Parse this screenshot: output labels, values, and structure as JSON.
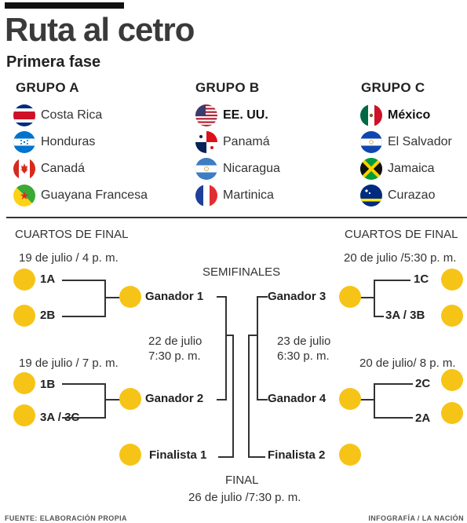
{
  "header": {
    "title": "Ruta al cetro",
    "subtitle": "Primera fase"
  },
  "groups": [
    {
      "name": "GRUPO A",
      "teams": [
        {
          "name": "Costa Rica",
          "flag": "costa-rica-flag-icon",
          "bold": false
        },
        {
          "name": "Honduras",
          "flag": "honduras-flag-icon",
          "bold": false
        },
        {
          "name": "Canadá",
          "flag": "canada-flag-icon",
          "bold": false
        },
        {
          "name": "Guayana Francesa",
          "flag": "french-guiana-flag-icon",
          "bold": false
        }
      ]
    },
    {
      "name": "GRUPO B",
      "teams": [
        {
          "name": "EE. UU.",
          "flag": "usa-flag-icon",
          "bold": true
        },
        {
          "name": "Panamá",
          "flag": "panama-flag-icon",
          "bold": false
        },
        {
          "name": "Nicaragua",
          "flag": "nicaragua-flag-icon",
          "bold": false
        },
        {
          "name": "Martinica",
          "flag": "martinique-flag-icon",
          "bold": false
        }
      ]
    },
    {
      "name": "GRUPO C",
      "teams": [
        {
          "name": "México",
          "flag": "mexico-flag-icon",
          "bold": true
        },
        {
          "name": "El Salvador",
          "flag": "el-salvador-flag-icon",
          "bold": false
        },
        {
          "name": "Jamaica",
          "flag": "jamaica-flag-icon",
          "bold": false
        },
        {
          "name": "Curazao",
          "flag": "curacao-flag-icon",
          "bold": false
        }
      ]
    }
  ],
  "bracket": {
    "quarters_label": "CUARTOS DE FINAL",
    "semis_label": "SEMIFINALES",
    "final_label": "FINAL",
    "left": {
      "qf1_date": "19 de julio / 4 p. m.",
      "qf1_top": "1A",
      "qf1_bottom": "2B",
      "qf2_date": "19 de julio / 7 p. m.",
      "qf2_top": "1B",
      "qf2_bottom": "3A / 3C",
      "winner1": "Ganador 1",
      "winner2": "Ganador 2",
      "semi_date_line1": "22 de julio",
      "semi_date_line2": "7:30 p. m.",
      "finalist": "Finalista 1"
    },
    "right": {
      "qf1_date": "20 de julio /5:30 p. m.",
      "qf1_top": "1C",
      "qf1_bottom": "3A / 3B",
      "qf2_date": "20 de julio/ 8 p. m.",
      "qf2_top": "2C",
      "qf2_bottom": "2A",
      "winner3": "Ganador 3",
      "winner4": "Ganador 4",
      "semi_date_line1": "23 de julio",
      "semi_date_line2": "6:30 p. m.",
      "finalist": "Finalista 2"
    },
    "final_date": "26 de julio /7:30 p. m."
  },
  "footer": {
    "source": "FUENTE: ELABORACIÓN PROPIA",
    "credit": "INFOGRAFÍA / LA NACIÓN"
  },
  "colors": {
    "dot": "#f6c417",
    "line": "#333333"
  }
}
